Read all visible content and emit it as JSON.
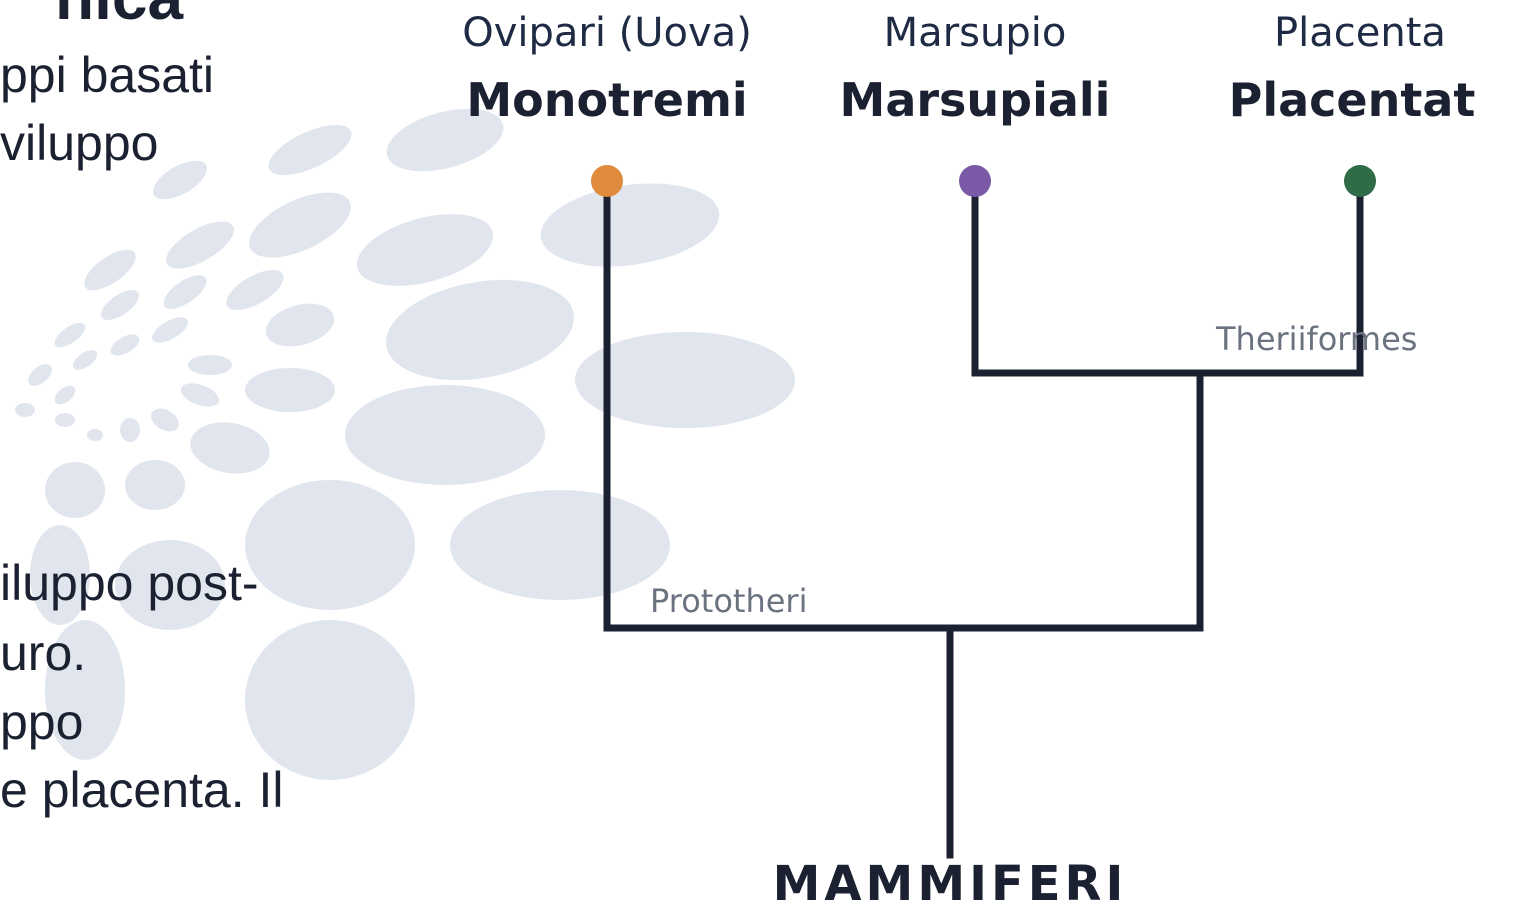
{
  "left_column": {
    "title_fragment": "nica",
    "paren": ")",
    "lines_top": [
      "ppi basati",
      "viluppo"
    ],
    "lines_bottom": [
      "iluppo post-",
      "uro.",
      "ppo",
      "e placenta. Il"
    ]
  },
  "tree": {
    "root": "MAMMIFERI",
    "nodes": [
      {
        "name": "Prototheri"
      },
      {
        "name": "Theriiformes"
      }
    ],
    "leaves": [
      {
        "sub": "Ovipari (Uova)",
        "name": "Monotremi",
        "color": "#e08a3c"
      },
      {
        "sub": "Marsupio",
        "name": "Marsupiali",
        "color": "#7a5aa6"
      },
      {
        "sub": "Placenta",
        "name": "Placentat",
        "color": "#2f6b45"
      }
    ],
    "line_color": "#1b2131"
  },
  "colors": {
    "text": "#1b2131",
    "decor": "#c9d1e0"
  }
}
